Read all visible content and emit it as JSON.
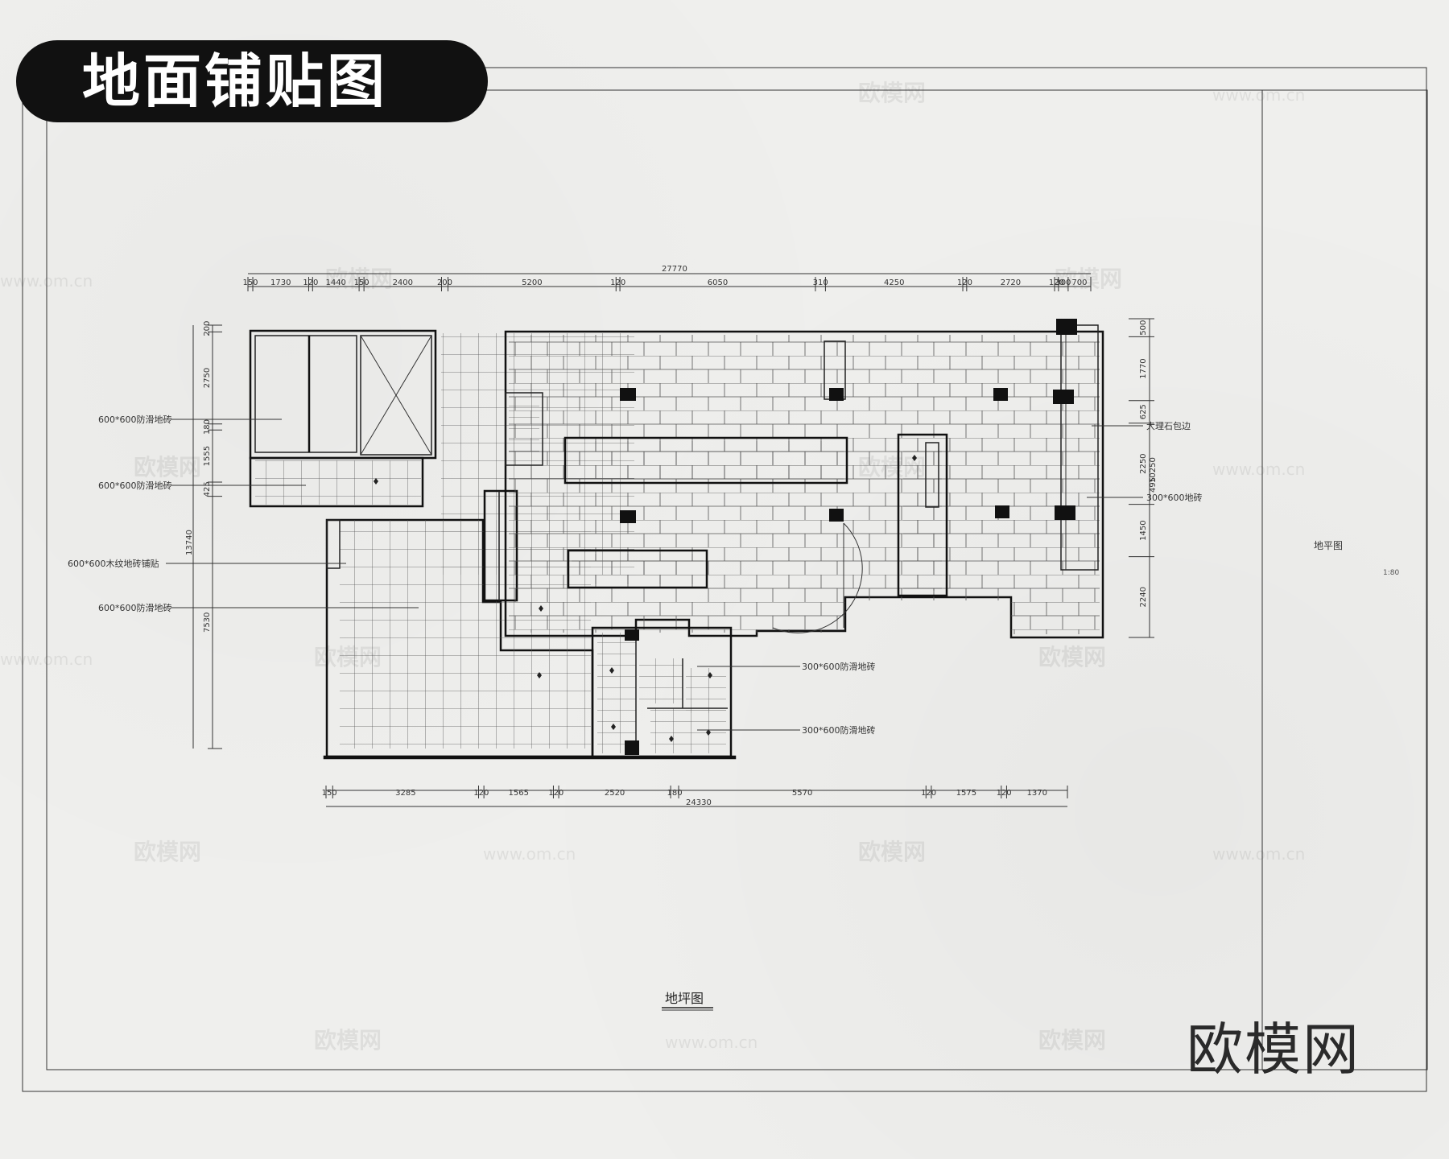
{
  "title": "地面铺贴图",
  "brand_watermark": "欧模网",
  "watermark_url": "www.om.cn",
  "plan_title": "地坪图",
  "side_panel": {
    "title": "地平图",
    "scale": "1:80"
  },
  "dimensions": {
    "top_total": "27770",
    "top_segments": [
      "150",
      "1730",
      "120",
      "1440",
      "150",
      "2400",
      "200",
      "5200",
      "120",
      "6050",
      "310",
      "4250",
      "120",
      "2720",
      "120",
      "300",
      "700"
    ],
    "bottom_total": "24330",
    "bottom_segments": [
      "150",
      "3285",
      "120",
      "1565",
      "120",
      "2520",
      "180",
      "5570",
      "120",
      "1575",
      "120",
      "1370"
    ],
    "left_segments": [
      "200",
      "2750",
      "180",
      "1555",
      "425",
      "7530"
    ],
    "left_total": "13740",
    "right_segments": [
      "500",
      "1770",
      "625",
      "2250",
      "1450",
      "2240"
    ],
    "right_extra": [
      "495",
      "10250"
    ]
  },
  "annotations": [
    "600*600防滑地砖",
    "600*600防滑地砖",
    "600*600木纹地砖铺贴",
    "600*600防滑地砖",
    "300*600防滑地砖",
    "300*600防滑地砖",
    "大理石包边",
    "300*600地砖"
  ],
  "colors": {
    "pill": "#111111",
    "paper": "#efefed",
    "line": "#222222"
  }
}
